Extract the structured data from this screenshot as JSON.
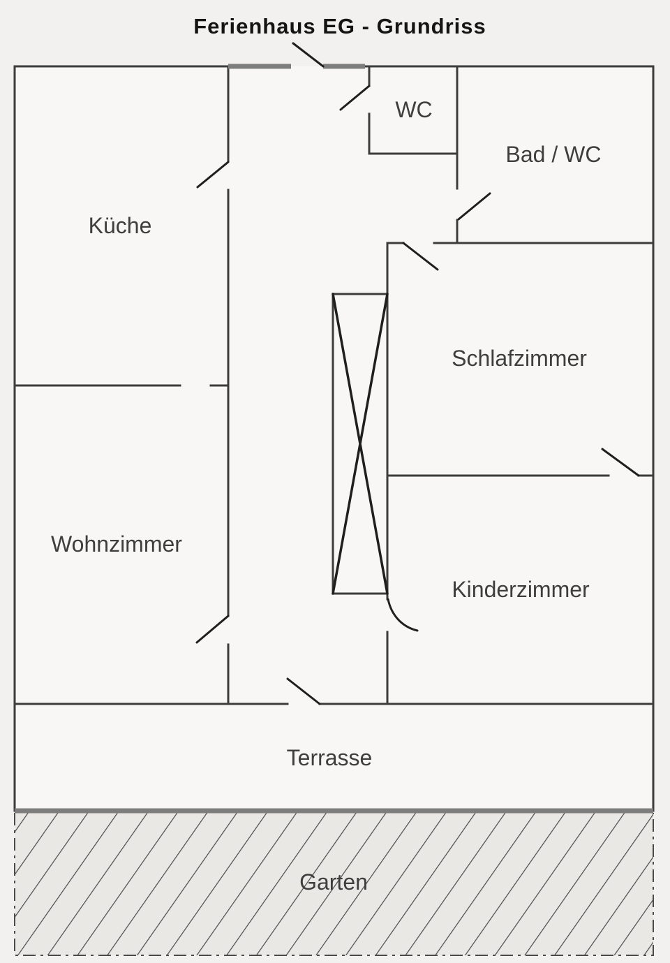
{
  "title": "Ferienhaus EG - Grundriss",
  "rooms": {
    "kueche": {
      "label": "Küche"
    },
    "wc": {
      "label": "WC"
    },
    "bad_wc": {
      "label": "Bad / WC"
    },
    "schlafzimmer": {
      "label": "Schlafzimmer"
    },
    "wohnzimmer": {
      "label": "Wohnzimmer"
    },
    "kinderzimmer": {
      "label": "Kinderzimmer"
    },
    "terrasse": {
      "label": "Terrasse"
    },
    "garten": {
      "label": "Garten"
    }
  },
  "colors": {
    "page_bg": "#f2f1ef",
    "floor_bg": "#f8f7f5",
    "wall": "#3c3c3c",
    "wall_thick": "#7d7d7d",
    "door": "#1f1f1f",
    "label": "#3e3e3e",
    "title": "#141414",
    "garden_bg": "#eae8e5",
    "hatch_line": "#4a4a4a"
  }
}
